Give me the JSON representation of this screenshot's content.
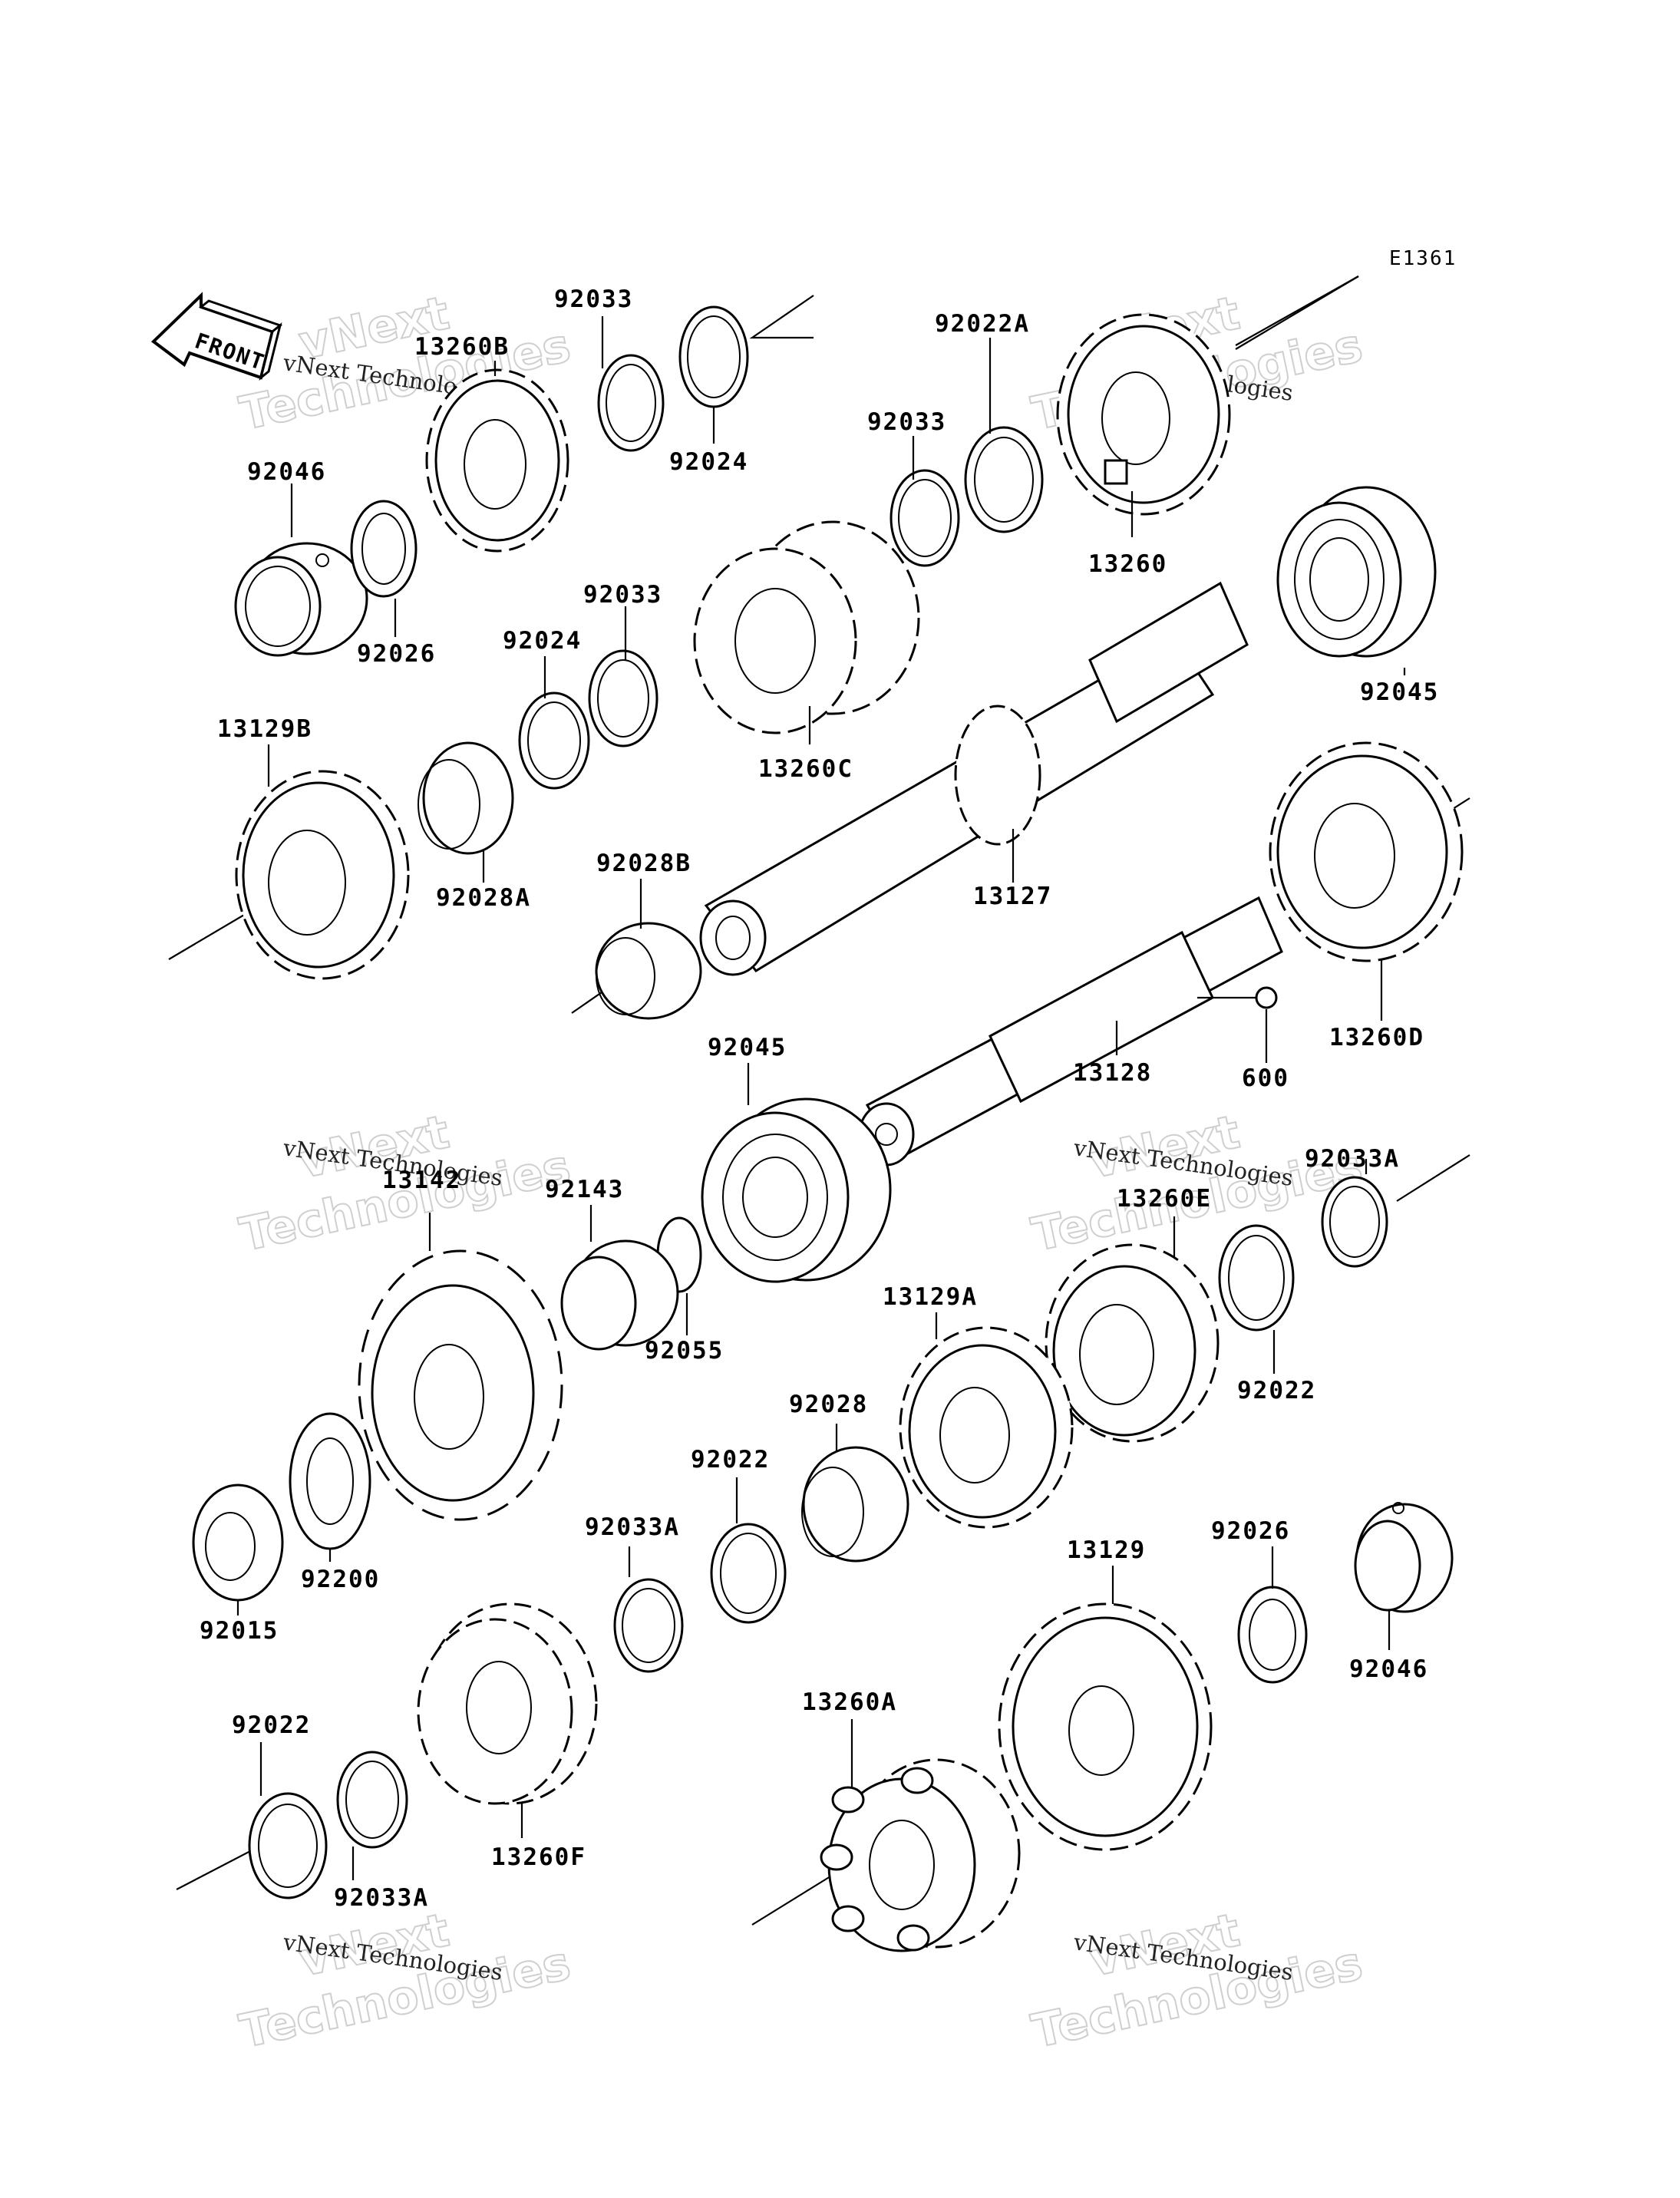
{
  "diagram_code": "E1361",
  "front_label": "FRONT",
  "watermark": {
    "line1": "vNext",
    "line2": "Technologies",
    "caption": "vNext Technologies"
  },
  "labels": [
    {
      "id": "p92033-a",
      "text": "92033"
    },
    {
      "id": "p13260B",
      "text": "13260B"
    },
    {
      "id": "p92024-a",
      "text": "92024"
    },
    {
      "id": "p92046-a",
      "text": "92046"
    },
    {
      "id": "p92026-a",
      "text": "92026"
    },
    {
      "id": "p92022A",
      "text": "92022A"
    },
    {
      "id": "p92033-b",
      "text": "92033"
    },
    {
      "id": "p13260",
      "text": "13260"
    },
    {
      "id": "p92033-c",
      "text": "92033"
    },
    {
      "id": "p92024-b",
      "text": "92024"
    },
    {
      "id": "p13260C",
      "text": "13260C"
    },
    {
      "id": "p92045-a",
      "text": "92045"
    },
    {
      "id": "p13129B",
      "text": "13129B"
    },
    {
      "id": "p92028A",
      "text": "92028A"
    },
    {
      "id": "p92028B",
      "text": "92028B"
    },
    {
      "id": "p13127",
      "text": "13127"
    },
    {
      "id": "p13260D",
      "text": "13260D"
    },
    {
      "id": "p92045-b",
      "text": "92045"
    },
    {
      "id": "p13128",
      "text": "13128"
    },
    {
      "id": "p600",
      "text": "600"
    },
    {
      "id": "p92033A-a",
      "text": "92033A"
    },
    {
      "id": "p13142",
      "text": "13142"
    },
    {
      "id": "p92143",
      "text": "92143"
    },
    {
      "id": "p13260E",
      "text": "13260E"
    },
    {
      "id": "p92055",
      "text": "92055"
    },
    {
      "id": "p13129A",
      "text": "13129A"
    },
    {
      "id": "p92022-a",
      "text": "92022"
    },
    {
      "id": "p92028",
      "text": "92028"
    },
    {
      "id": "p92022-b",
      "text": "92022"
    },
    {
      "id": "p92033A-b",
      "text": "92033A"
    },
    {
      "id": "p92200",
      "text": "92200"
    },
    {
      "id": "p92015",
      "text": "92015"
    },
    {
      "id": "p13129",
      "text": "13129"
    },
    {
      "id": "p92026-b",
      "text": "92026"
    },
    {
      "id": "p92046-b",
      "text": "92046"
    },
    {
      "id": "p13260A",
      "text": "13260A"
    },
    {
      "id": "p92022-c",
      "text": "92022"
    },
    {
      "id": "p92033A-c",
      "text": "92033A"
    },
    {
      "id": "p13260F",
      "text": "13260F"
    }
  ]
}
